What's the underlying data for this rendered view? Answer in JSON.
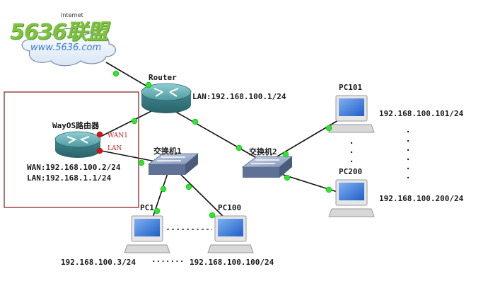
{
  "logo": {
    "brand": "5636联盟",
    "url": "www.5636.com",
    "cloud_label": "Internet"
  },
  "router": {
    "name": "Router",
    "lan": "LAN:192.168.100.1/24"
  },
  "wayos": {
    "name": "WayOS路由器",
    "wan_port": "WAN1",
    "lan_port": "LAN",
    "wan": "WAN:192.168.100.2/24",
    "lan": "LAN:192.168.1.1/24"
  },
  "switch1": {
    "name": "交换机1"
  },
  "switch2": {
    "name": "交换机2"
  },
  "pcs": {
    "pc1": {
      "name": "PC1",
      "ip": "192.168.100.3/24"
    },
    "pc100": {
      "name": "PC100",
      "ip": "192.168.100.100/24"
    },
    "pc101": {
      "name": "PC101",
      "ip": "192.168.100.101/24"
    },
    "pc200": {
      "name": "PC200",
      "ip": "192.168.100.200/24"
    }
  },
  "ellipsis_h1": "..........",
  "ellipsis_h2": ".......",
  "colors": {
    "link_dot": "#2ee62e",
    "port_dot_red": "#e01010",
    "frame": "#8b2a2a",
    "router_body": "#4a8f95",
    "router_top": "#6fb8bd"
  }
}
